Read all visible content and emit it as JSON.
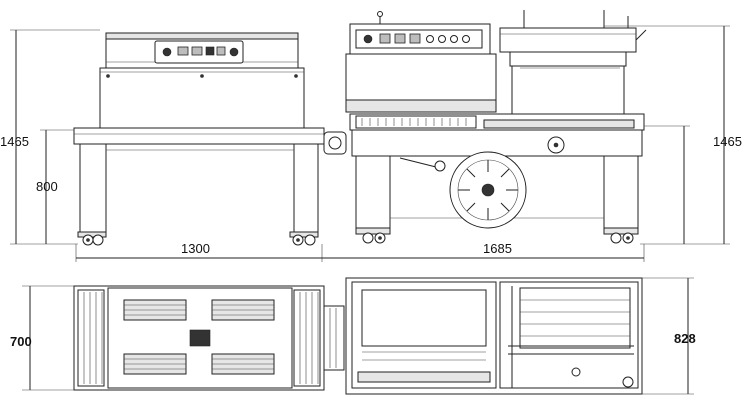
{
  "dimensions": {
    "front_height_left": "1465",
    "tunnel_table_height": "800",
    "tunnel_length": "1300",
    "sealer_length": "1685",
    "front_height_right": "1465",
    "tunnel_width_top_view": "700",
    "sealer_width_top_view": "828"
  }
}
